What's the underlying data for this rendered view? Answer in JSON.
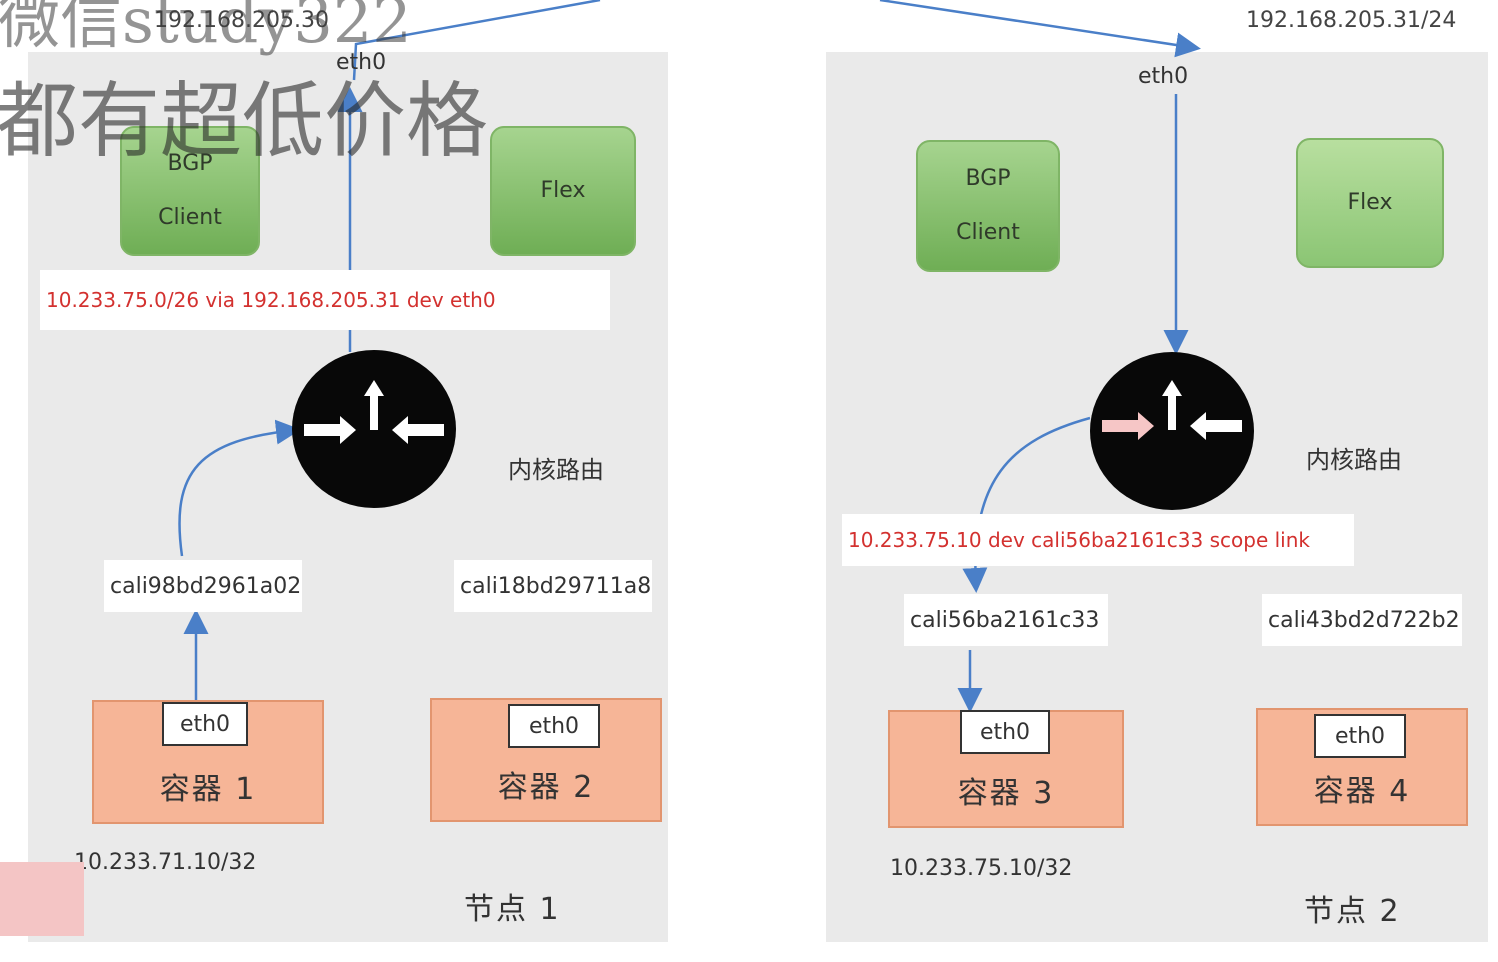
{
  "watermark": {
    "line1": "微信study322",
    "line2": "都有超低价格"
  },
  "node1": {
    "eth0_ip": "192.168.205.30",
    "eth0_label": "eth0",
    "bgp_line1": "BGP",
    "bgp_line2": "Client",
    "flex": "Flex",
    "route": "10.233.75.0/26 via 192.168.205.31 dev eth0",
    "router_label": "内核路由",
    "cali_a": "cali98bd2961a02",
    "cali_b": "cali18bd29711a8",
    "container_a": {
      "eth": "eth0",
      "name": "容器 1"
    },
    "container_b": {
      "eth": "eth0",
      "name": "容器 2"
    },
    "container_ip": "10.233.71.10/32",
    "node_label": "节点 1"
  },
  "node2": {
    "eth0_ip": "192.168.205.31/24",
    "eth0_label": "eth0",
    "bgp_line1": "BGP",
    "bgp_line2": "Client",
    "flex": "Flex",
    "route": "10.233.75.10 dev cali56ba2161c33 scope link",
    "router_label": "内核路由",
    "cali_a": "cali56ba2161c33",
    "cali_b": "cali43bd2d722b2",
    "container_a": {
      "eth": "eth0",
      "name": "容器 3"
    },
    "container_b": {
      "eth": "eth0",
      "name": "容器 4"
    },
    "container_ip": "10.233.75.10/32",
    "node_label": "节点 2"
  },
  "colors": {
    "panel": "#eaeaea",
    "arrow": "#4a7fc8",
    "route_text": "#d3312f",
    "container_fill": "#f6b597",
    "component_green": "#8cc46f"
  }
}
